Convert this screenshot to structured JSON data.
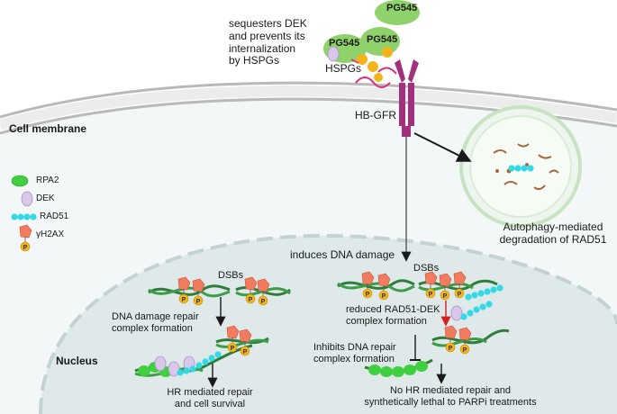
{
  "labels": {
    "sequesters": "sequesters DEK\nand prevents its\ninternalization\nby HSPGs",
    "pg545_top": "PG545",
    "pg545_left": "PG545",
    "pg545_right": "PG545",
    "hspgs": "HSPGs",
    "hbgfr": "HB-GFR",
    "cell_membrane": "Cell membrane",
    "nucleus": "Nucleus",
    "autophagy": "Autophagy-mediated\ndegradation of RAD51",
    "induces": "induces DNA damage",
    "dsbs_left": "DSBs",
    "dsbs_right": "DSBs",
    "dna_repair_formation": "DNA damage repair\ncomplex formation",
    "hr_repair": "HR mediated repair\nand cell survival",
    "reduced": "reduced RAD51-DEK\ncomplex formation",
    "inhibits": "Inhibits DNA repair\ncomplex formation",
    "no_hr": "No HR mediated repair and\nsynthetically lethal to PARPi treatments"
  },
  "legend": [
    {
      "label": "RPA2",
      "icon": "rpa2-icon"
    },
    {
      "label": "DEK",
      "icon": "dek-icon"
    },
    {
      "label": "RAD51",
      "icon": "rad51-icon"
    },
    {
      "label": "γH2AX",
      "icon": "gamma-h2ax-icon"
    }
  ],
  "phospho_mark": "P",
  "colors": {
    "membrane": "#b9b9b9",
    "nucleus_fill": "#dfe9ea",
    "cytoplasm_fill": "#eef4f4",
    "pg545": "#8fd16a",
    "dek": "#d9c8ea",
    "rad51": "#35d9e6",
    "rpa2": "#3fcf3f",
    "h2ax": "#f07b5e",
    "phospho": "#f2b51c",
    "receptor": "#a2317d",
    "hspg_chain": "#d92f7a",
    "dna": "#2e7d3a",
    "inhibit_arrow": "#d42020"
  }
}
